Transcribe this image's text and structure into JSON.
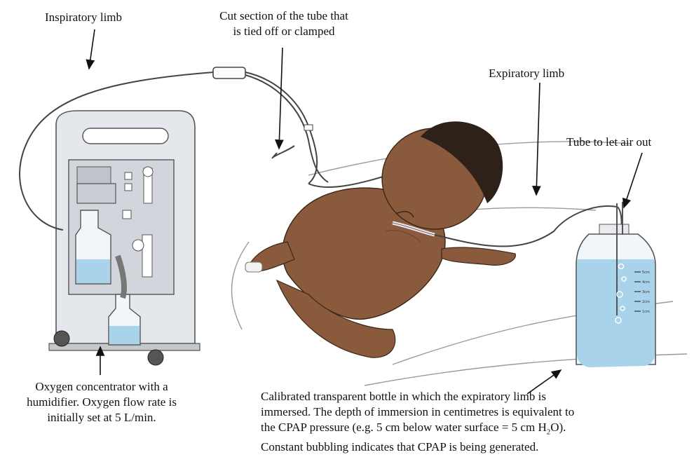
{
  "labels": {
    "inspiratory": "Inspiratory limb",
    "cut_section_line1": "Cut section of the tube that",
    "cut_section_line2": "is tied off or clamped",
    "expiratory": "Expiratory limb",
    "tube_air_out": "Tube to let air out",
    "concentrator_line1": "Oxygen concentrator with a",
    "concentrator_line2": "humidifier. Oxygen flow rate is",
    "concentrator_line3": "initially set at 5 L/min.",
    "bottle_line1": "Calibrated transparent bottle in which the expiratory limb is",
    "bottle_line2": "immersed. The depth of immersion in centimetres is equivalent to",
    "bottle_line3a": "the CPAP pressure (e.g. 5 cm below water surface = 5 cm H",
    "bottle_line3_sub": "2",
    "bottle_line3b": "O).",
    "bottle_line4": "Constant bubbling indicates that CPAP is being generated."
  },
  "bottle_scale": [
    "5cm",
    "4cm",
    "3cm",
    "2cm",
    "1cm"
  ],
  "colors": {
    "water": "#a9d3ea",
    "device": "#e4e7ec",
    "device_shadow": "#c3c8cf",
    "skin": "#8a5a3c",
    "hair": "#2e2119",
    "line": "#333333"
  }
}
